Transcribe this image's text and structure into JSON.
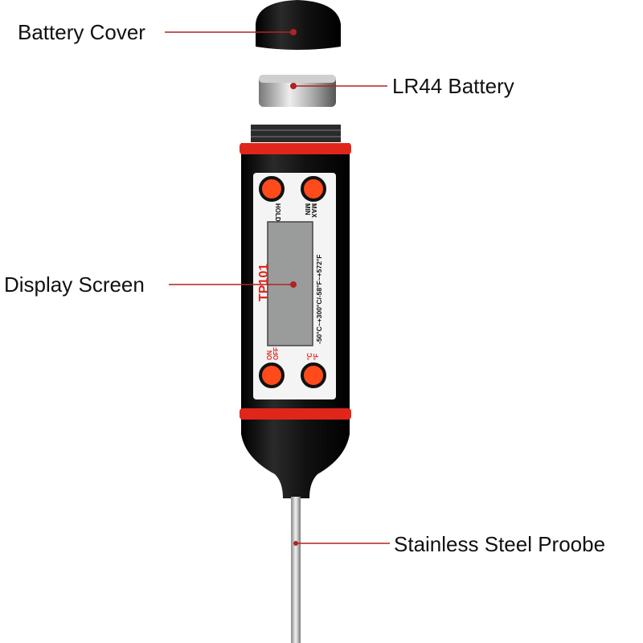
{
  "labels": {
    "battery_cover": "Battery Cover",
    "battery": "LR44 Battery",
    "display": "Display Screen",
    "probe": "Stainless Steel Proobe"
  },
  "device": {
    "model": "TP101",
    "hold": "HOLD",
    "max": "MAX",
    "min": "MIN",
    "on": "ON",
    "off": "OFF",
    "unit_c": "°C",
    "unit_f": "°F",
    "range": "-50°C~+300°C/-58°F~+572°F"
  },
  "colors": {
    "accent": "#e0261a",
    "leader": "#b22222",
    "body": "#111111"
  }
}
